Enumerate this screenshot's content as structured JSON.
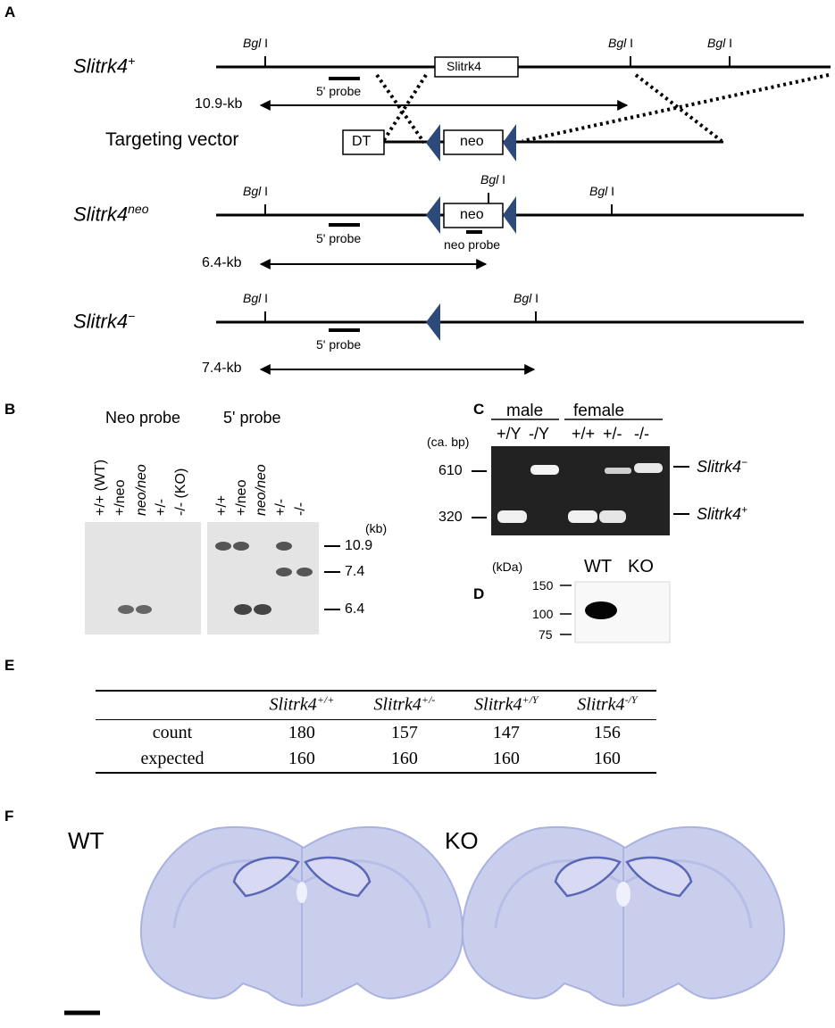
{
  "panels": {
    "a": "A",
    "b": "B",
    "c": "C",
    "d": "D",
    "e": "E",
    "f": "F"
  },
  "panelA": {
    "allele_wt": "Slitrk4",
    "sup_wt": "+",
    "allele_neo": "Slitrk4",
    "sup_neo": "neo",
    "allele_ko": "Slitrk4",
    "sup_ko": "−",
    "targeting_vector": "Targeting vector",
    "bgl": "Bgl",
    "bgl_roman": " I",
    "probe_5": "5' probe",
    "neo_probe": "neo  probe",
    "box_slitrk4": "Slitrk4",
    "box_dt": "DT",
    "box_neo": "neo",
    "frag_wt": "10.9-kb",
    "frag_neo": "6.4-kb",
    "frag_ko": "7.4-kb"
  },
  "panelB": {
    "neo_title": "Neo probe",
    "p5_title": "5' probe",
    "lanes_neo": [
      "+/+ (WT)",
      "+/neo",
      "neo/neo",
      "+/-",
      "-/- (KO)"
    ],
    "lanes_5": [
      "+/+",
      "+/neo",
      "neo/neo",
      "+/-",
      "-/-"
    ],
    "unit": "(kb)",
    "markers": [
      "10.9",
      "7.4",
      "6.4"
    ]
  },
  "panelC": {
    "male": "male",
    "female": "female",
    "lanes": [
      "+/Y",
      "-/Y",
      "+/+",
      "+/-",
      "-/-"
    ],
    "unit": "(ca. bp)",
    "markers": [
      "610",
      "320"
    ],
    "band_ko": "Slitrk4",
    "band_ko_sup": "−",
    "band_wt": "Slitrk4",
    "band_wt_sup": "+"
  },
  "panelD": {
    "unit": "(kDa)",
    "lanes": [
      "WT",
      "KO"
    ],
    "markers": [
      "150",
      "100",
      "75"
    ]
  },
  "panelE": {
    "headers": [
      {
        "base": "Slitrk4",
        "sup": "+/+"
      },
      {
        "base": "Slitrk4",
        "sup": "+/-"
      },
      {
        "base": "Slitrk4",
        "sup": "+/Y"
      },
      {
        "base": "Slitrk4",
        "sup": "-/Y"
      }
    ],
    "rows": [
      {
        "label": "count",
        "values": [
          "180",
          "157",
          "147",
          "156"
        ]
      },
      {
        "label": "expected",
        "values": [
          "160",
          "160",
          "160",
          "160"
        ]
      }
    ]
  },
  "panelF": {
    "wt": "WT",
    "ko": "KO"
  },
  "colors": {
    "arrowhead": "#2e4a7a",
    "stain": "#9aa3d6",
    "stain_dark": "#5260b0",
    "gel": "#222222"
  }
}
